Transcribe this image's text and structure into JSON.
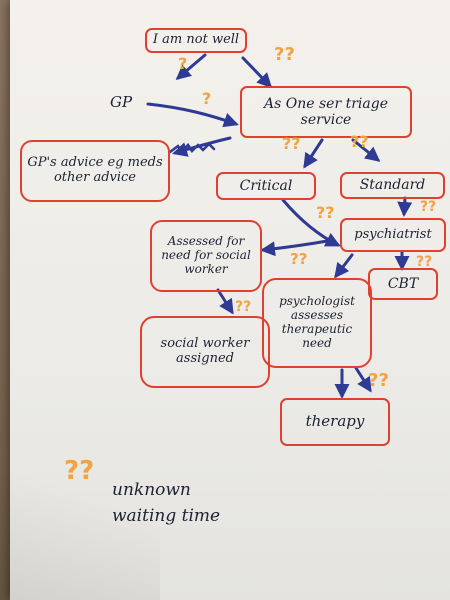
{
  "nodes": {
    "i_am_not_well": "I am not well",
    "gp": "GP",
    "triage": "As One ser triage service",
    "gp_advice": "GP's advice eg meds other advice",
    "critical": "Critical",
    "standard": "Standard",
    "assessed_social": "Assessed for need for social worker",
    "psychiatrist": "psychiatrist",
    "cbt": "CBT",
    "psychologist": "psychologist assesses therapeutic need",
    "social_worker": "social worker assigned",
    "therapy": "therapy"
  },
  "marks": {
    "qq": "??",
    "q": "?"
  },
  "legend": {
    "symbol": "??",
    "text": "unknown waiting time"
  },
  "colors": {
    "box_outline": "#e0402f",
    "arrow": "#2e3a93",
    "question_marks": "#f0a340",
    "ink": "#1d2233"
  }
}
